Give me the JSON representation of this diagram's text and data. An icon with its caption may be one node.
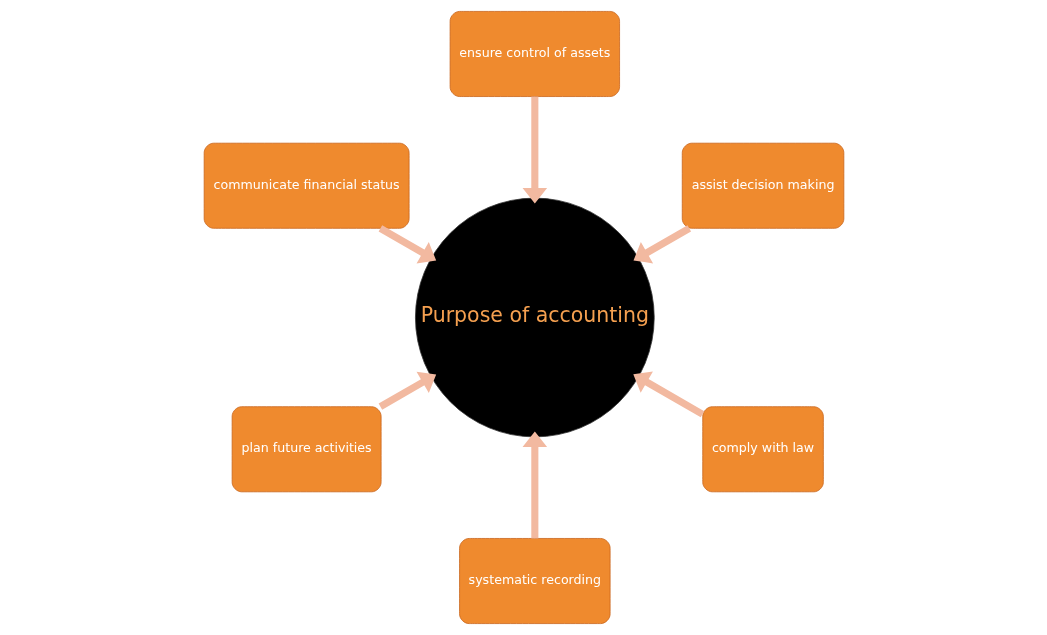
{
  "diagram": {
    "nodes": [
      {
        "text": [
          "assist decision making"
        ]
      },
      {
        "text": [
          "ensure control of assets"
        ]
      },
      {
        "text": [
          "communicate financial status"
        ]
      },
      {
        "text": [
          "plan future activities"
        ]
      },
      {
        "text": [
          "systematic recording"
        ]
      },
      {
        "text": [
          "comply with law"
        ]
      },
      {
        "text": [
          "Purpose of accounting"
        ]
      }
    ],
    "edges": [
      {
        "from": 0,
        "to": 6,
        "arrow": "to"
      },
      {
        "from": 1,
        "to": 6,
        "arrow": "to"
      },
      {
        "from": 2,
        "to": 6,
        "arrow": "to"
      },
      {
        "from": 3,
        "to": 6,
        "arrow": "to"
      },
      {
        "from": 4,
        "to": 6,
        "arrow": "to"
      },
      {
        "from": 5,
        "to": 6,
        "arrow": "to"
      }
    ]
  }
}
